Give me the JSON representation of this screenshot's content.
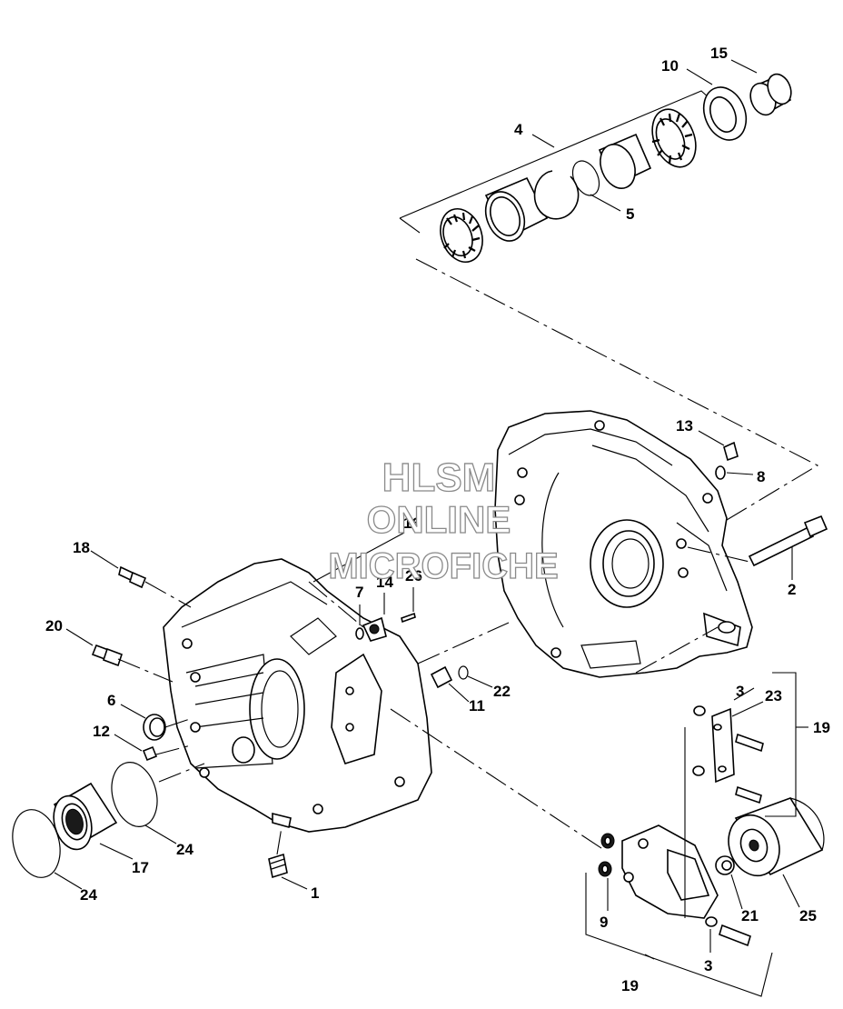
{
  "callouts": [
    {
      "id": "c15",
      "text": "15"
    },
    {
      "id": "c10",
      "text": "10"
    },
    {
      "id": "c4",
      "text": "4"
    },
    {
      "id": "c5",
      "text": "5"
    },
    {
      "id": "c13",
      "text": "13"
    },
    {
      "id": "c8",
      "text": "8"
    },
    {
      "id": "c16",
      "text": "16"
    },
    {
      "id": "c18",
      "text": "18"
    },
    {
      "id": "c7",
      "text": "7"
    },
    {
      "id": "c14",
      "text": "14"
    },
    {
      "id": "c26",
      "text": "26"
    },
    {
      "id": "c2",
      "text": "2"
    },
    {
      "id": "c20",
      "text": "20"
    },
    {
      "id": "c6",
      "text": "6"
    },
    {
      "id": "c12",
      "text": "12"
    },
    {
      "id": "c22",
      "text": "22"
    },
    {
      "id": "c11",
      "text": "11"
    },
    {
      "id": "c3a",
      "text": "3"
    },
    {
      "id": "c23",
      "text": "23"
    },
    {
      "id": "c19a",
      "text": "19"
    },
    {
      "id": "c24a",
      "text": "24"
    },
    {
      "id": "c17",
      "text": "17"
    },
    {
      "id": "c24b",
      "text": "24"
    },
    {
      "id": "c1",
      "text": "1"
    },
    {
      "id": "c9",
      "text": "9"
    },
    {
      "id": "c21",
      "text": "21"
    },
    {
      "id": "c25",
      "text": "25"
    },
    {
      "id": "c3b",
      "text": "3"
    },
    {
      "id": "c19b",
      "text": "19"
    }
  ],
  "watermark": {
    "line1": "HLSM",
    "line2": "ONLINE",
    "line3": "MICROFICHE"
  }
}
